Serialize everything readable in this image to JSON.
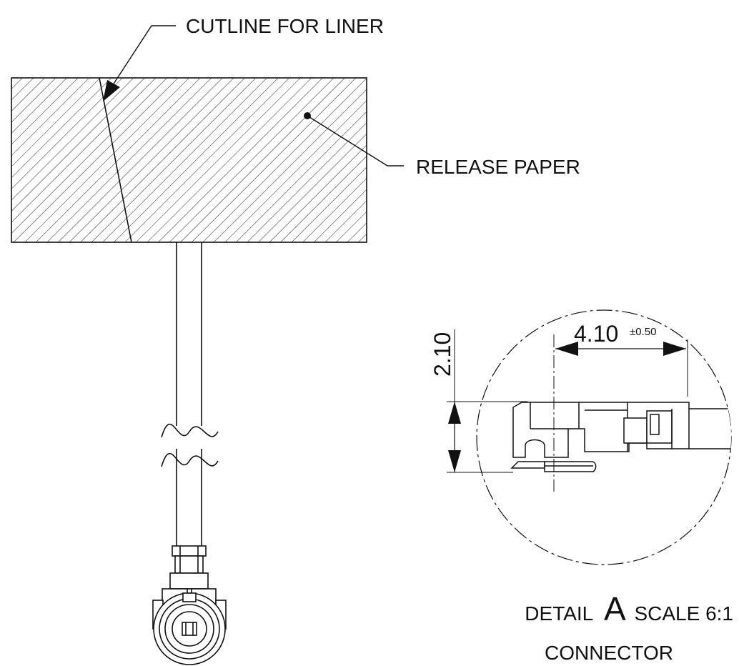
{
  "labels": {
    "cutline": "CUTLINE FOR LINER",
    "release_paper": "RELEASE PAPER",
    "dim_width": "4.10",
    "dim_width_tol": "±0.50",
    "dim_height": "2.10",
    "detail_prefix": "DETAIL",
    "detail_letter": "A",
    "detail_scale": "SCALE 6:1",
    "detail_part": "CONNECTOR"
  },
  "colors": {
    "line": "#111111",
    "background": "#ffffff"
  }
}
